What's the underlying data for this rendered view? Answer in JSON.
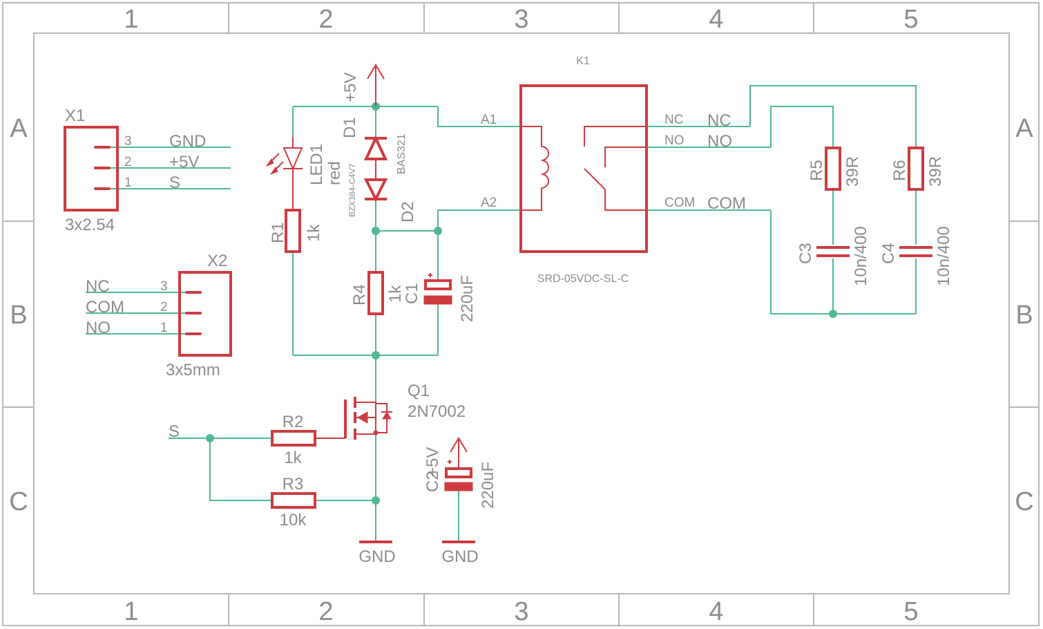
{
  "frame": {
    "columns": [
      "1",
      "2",
      "3",
      "4",
      "5"
    ],
    "rows": [
      "A",
      "B",
      "C"
    ]
  },
  "connectors": {
    "x1": {
      "name": "X1",
      "package": "3x2.54",
      "pins": [
        {
          "num": "3",
          "net": "GND"
        },
        {
          "num": "2",
          "net": "+5V"
        },
        {
          "num": "1",
          "net": "S"
        }
      ]
    },
    "x2": {
      "name": "X2",
      "package": "3x5mm",
      "pins": [
        {
          "num": "3",
          "net": "NC"
        },
        {
          "num": "2",
          "net": "COM"
        },
        {
          "num": "1",
          "net": "NO"
        }
      ]
    }
  },
  "parts": {
    "led1": {
      "name": "LED1",
      "value": "red"
    },
    "r1": {
      "name": "R1",
      "value": "1k"
    },
    "d1": {
      "name": "D1",
      "value": "BAS321"
    },
    "d2": {
      "name": "D2",
      "value": "BZX384-C4V7"
    },
    "r4": {
      "name": "R4",
      "value": "1k"
    },
    "c1": {
      "name": "C1",
      "value": "220uF"
    },
    "q1": {
      "name": "Q1",
      "value": "2N7002"
    },
    "r2": {
      "name": "R2",
      "value": "1k"
    },
    "r3": {
      "name": "R3",
      "value": "10k"
    },
    "c2": {
      "name": "C2",
      "value": "220uF"
    },
    "k1": {
      "name": "K1",
      "value": "SRD-05VDC-SL-C",
      "pins": {
        "a1": "A1",
        "a2": "A2",
        "nc": "NC",
        "no": "NO",
        "com": "COM"
      }
    },
    "r5": {
      "name": "R5",
      "value": "39R"
    },
    "r6": {
      "name": "R6",
      "value": "39R"
    },
    "c3": {
      "name": "C3",
      "value": "10n/400"
    },
    "c4": {
      "name": "C4",
      "value": "10n/400"
    }
  },
  "nets": {
    "vcc": "+5V",
    "gnd": "GND",
    "signal": "S",
    "nc": "NC",
    "no": "NO",
    "com": "COM"
  },
  "colors": {
    "wire": "#4fb898",
    "symbol": "#cd3b3f",
    "text": "#8c8c8c",
    "frame": "#b7b7b7"
  }
}
